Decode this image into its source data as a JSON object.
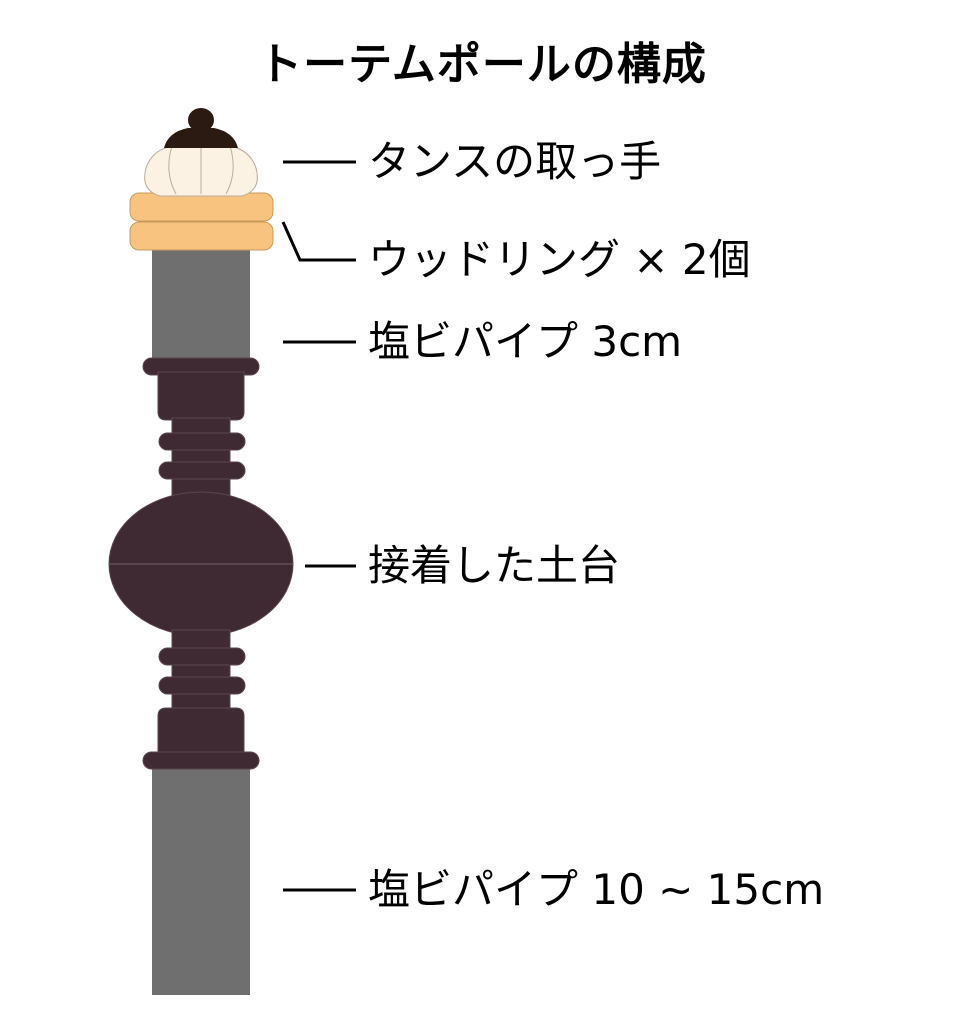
{
  "title": "トーテムポールの構成",
  "labels": {
    "knob": "タンスの取っ手",
    "rings": "ウッドリング × 2個",
    "pipe_top": "塩ビパイプ 3cm",
    "base": "接着した土台",
    "pipe_bottom": "塩ビパイプ 10 ~ 15cm"
  },
  "colors": {
    "pipe": "#6f6f6f",
    "base": "#3f2933",
    "knob_cap": "#2a1a12",
    "knob_body": "#fbf2e4",
    "ring": "#f8c37f",
    "leader": "#000000"
  }
}
